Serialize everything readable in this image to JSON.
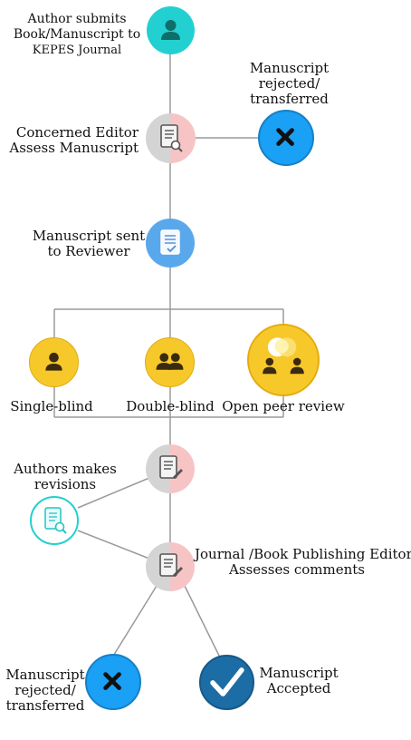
{
  "labels": {
    "author_submits": [
      "Author submits",
      "Book/Manuscript to",
      "KEPES Journal"
    ],
    "rejected_top": [
      "Manuscript",
      "rejected/",
      "transferred"
    ],
    "concerned_editor": [
      "Concerned Editor",
      "Assess Manuscript"
    ],
    "sent_reviewer": [
      "Manuscript sent",
      "to Reviewer"
    ],
    "single_blind": "Single-blind",
    "double_blind": "Double-blind",
    "open_peer": "Open peer review",
    "authors_revisions": [
      "Authors makes",
      "revisions"
    ],
    "publishing_editor": [
      "Journal /Book Publishing Editor",
      "Assesses comments"
    ],
    "rejected_bottom": [
      "Manuscript",
      "rejected/",
      "transferred"
    ],
    "accepted": [
      "Manuscript",
      "Accepted"
    ]
  },
  "colors": {
    "teal": "#22d0d2",
    "blue": "#1aa0f5",
    "reviewer_blue": "#5aa8ec",
    "yellow": "#f7c82a",
    "gray": "#d4d4d4",
    "line": "#9a9a9a",
    "accepted": "#1c6da5"
  },
  "icons": [
    "user-icon",
    "document-search-icon",
    "close-icon",
    "document-check-icon",
    "single-person-icon",
    "two-people-icon",
    "group-speech-icon",
    "document-edit-icon",
    "checkmark-icon"
  ]
}
